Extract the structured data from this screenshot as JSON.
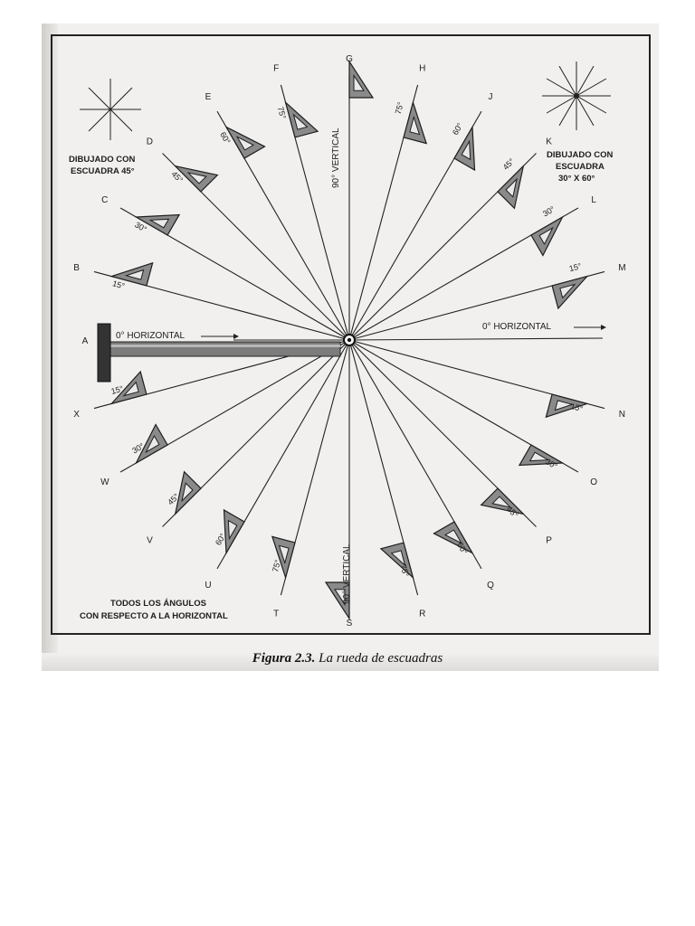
{
  "figure": {
    "caption_number": "Figura 2.3.",
    "caption_text": "La rueda de escuadras"
  },
  "notes": {
    "left_line1": "DIBUJADO CON",
    "left_line2": "ESCUADRA 45°",
    "right_line1": "DIBUJADO CON",
    "right_line2": "ESCUADRA",
    "right_line3": "30° X 60°",
    "bottom_line1": "TODOS LOS ÁNGULOS",
    "bottom_line2": "CON RESPECTO A LA HORIZONTAL"
  },
  "horizontal_labels": {
    "left": "0° HORIZONTAL",
    "right": "0° HORIZONTAL"
  },
  "vertical_labels": {
    "top": "90° VERTICAL",
    "bottom": "90° VERTICAL"
  },
  "rays": [
    {
      "letter": "A",
      "angle_label": ""
    },
    {
      "letter": "B",
      "angle_label": "15°"
    },
    {
      "letter": "C",
      "angle_label": "30°"
    },
    {
      "letter": "D",
      "angle_label": "45°"
    },
    {
      "letter": "E",
      "angle_label": "60°"
    },
    {
      "letter": "F",
      "angle_label": "75°"
    },
    {
      "letter": "G",
      "angle_label": ""
    },
    {
      "letter": "H",
      "angle_label": "75°"
    },
    {
      "letter": "J",
      "angle_label": "60°"
    },
    {
      "letter": "K",
      "angle_label": "45°"
    },
    {
      "letter": "L",
      "angle_label": "30°"
    },
    {
      "letter": "M",
      "angle_label": "15°"
    },
    {
      "letter": "",
      "angle_label": ""
    },
    {
      "letter": "N",
      "angle_label": "15°"
    },
    {
      "letter": "O",
      "angle_label": "30°"
    },
    {
      "letter": "P",
      "angle_label": "45°"
    },
    {
      "letter": "Q",
      "angle_label": "60°"
    },
    {
      "letter": "R",
      "angle_label": "75°"
    },
    {
      "letter": "S",
      "angle_label": ""
    },
    {
      "letter": "T",
      "angle_label": "75°"
    },
    {
      "letter": "U",
      "angle_label": "60°"
    },
    {
      "letter": "V",
      "angle_label": "45°"
    },
    {
      "letter": "W",
      "angle_label": "30°"
    },
    {
      "letter": "X",
      "angle_label": "15°"
    }
  ]
}
